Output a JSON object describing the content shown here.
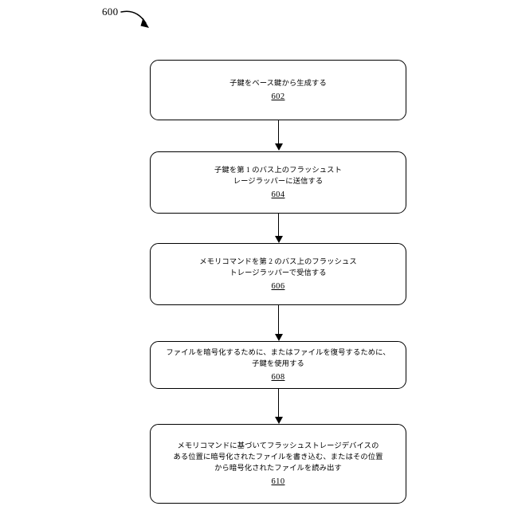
{
  "figure": {
    "label": "600",
    "arrow_icon": "curved-arrow-icon"
  },
  "diagram": {
    "type": "flowchart",
    "orientation": "vertical",
    "background_color": "#ffffff",
    "line_color": "#000000",
    "steps": [
      {
        "ref": "602",
        "text": "子鍵をベース鍵から生成する",
        "lines": 1
      },
      {
        "ref": "604",
        "text": "子鍵を第 1 のバス上のフラッシュスト\nレージラッパーに送信する",
        "lines": 2
      },
      {
        "ref": "606",
        "text": "メモリコマンドを第 2 のバス上のフラッシュス\nトレージラッパーで受信する",
        "lines": 2
      },
      {
        "ref": "608",
        "text": "ファイルを暗号化するために、またはファイルを復号するために、\n子鍵を使用する",
        "lines": 2
      },
      {
        "ref": "610",
        "text": "メモリコマンドに基づいてフラッシュストレージデバイスの\nある位置に暗号化されたファイルを書き込む、またはその位置\nから暗号化されたファイルを読み出す",
        "lines": 3
      }
    ],
    "connectors": [
      {
        "from": "602",
        "to": "604",
        "arrowhead": "down"
      },
      {
        "from": "604",
        "to": "606",
        "arrowhead": "down"
      },
      {
        "from": "606",
        "to": "608",
        "arrowhead": "down"
      },
      {
        "from": "608",
        "to": "610",
        "arrowhead": "down"
      }
    ]
  }
}
